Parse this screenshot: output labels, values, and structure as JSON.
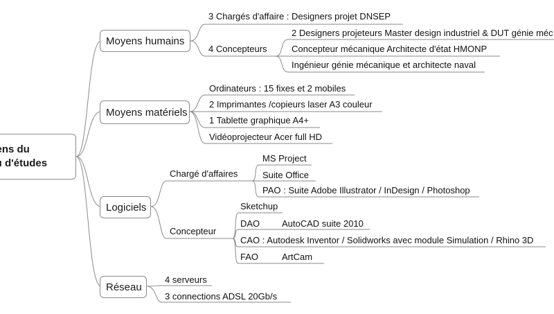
{
  "root": {
    "line1": "oyens du",
    "line2": "eau d'études"
  },
  "branches": {
    "humains": {
      "label": "Moyens humains",
      "charges": "3 Chargés d'affaire : Designers projet DNSEP",
      "concepteurs": {
        "label": "4 Concepteurs",
        "items": [
          "2 Designers projeteurs Master design industriel & DUT génie méc",
          "Concepteur mécanique Architecte d'état HMONP",
          "Ingénieur génie mécanique et architecte naval"
        ]
      }
    },
    "materiels": {
      "label": "Moyens matériels",
      "items": [
        "Ordinateurs : 15 fixes et 2 mobiles",
        "2 Imprimantes /copieurs laser A3 couleur",
        "1 Tablette graphique A4+",
        "Vidéoprojecteur Acer full HD"
      ]
    },
    "logiciels": {
      "label": "Logiciels",
      "charge": {
        "label": "Chargé d'affaires",
        "items": [
          "MS Project",
          "Suite Office",
          "PAO : Suite Adobe Illustrator / InDesign / Photoshop"
        ]
      },
      "concepteur": {
        "label": "Concepteur",
        "sketchup": "Sketchup",
        "dao": {
          "label": "DAO",
          "item": "AutoCAD suite 2010"
        },
        "cao": "CAO : Autodesk Inventor / Solidworks avec module Simulation / Rhino 3D",
        "fao": {
          "label": "FAO",
          "item": "ArtCam"
        }
      }
    },
    "reseau": {
      "label": "Réseau",
      "items": [
        "4 serveurs",
        "3 connections ADSL 20Gb/s"
      ]
    }
  }
}
